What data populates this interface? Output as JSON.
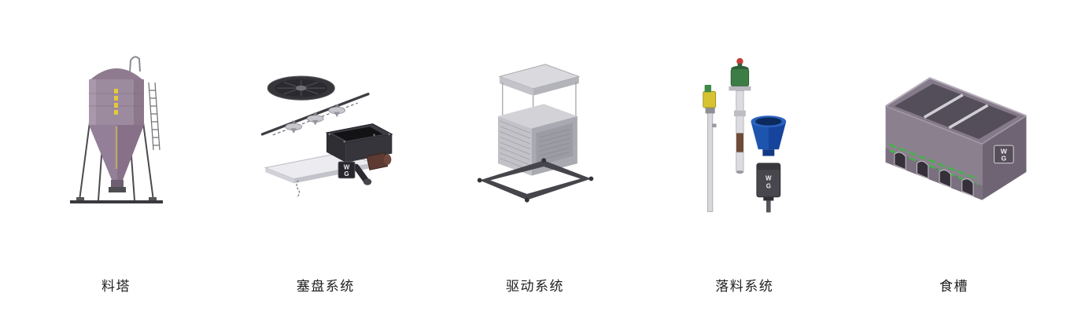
{
  "page": {
    "background": "#ffffff"
  },
  "logo": {
    "top": "W",
    "bottom": "G"
  },
  "palette": {
    "silo_body": "#9c8a9e",
    "disc_dark": "#35353a",
    "plate_white": "#ececf0",
    "drive_box": "#c2c2c8",
    "hopper_blue": "#1d55ae",
    "motor_green": "#3c7d46",
    "sensor_yellow": "#d6c32f",
    "trough_body": "#8b818e",
    "trough_stripe_green": "#46b14d"
  },
  "products": [
    {
      "name": "feed-silo",
      "label": "料塔"
    },
    {
      "name": "disc-system",
      "label": "塞盘系统"
    },
    {
      "name": "drive-system",
      "label": "驱动系统"
    },
    {
      "name": "drop-system",
      "label": "落料系统"
    },
    {
      "name": "feed-trough",
      "label": "食槽"
    }
  ]
}
